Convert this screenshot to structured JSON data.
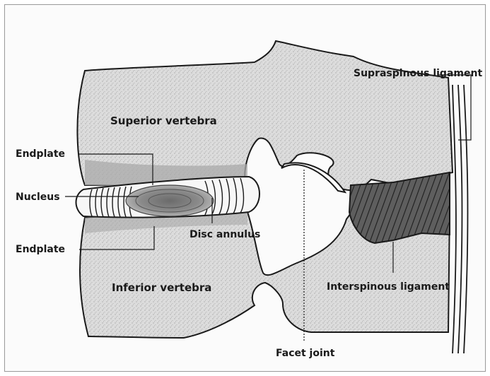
{
  "labels": {
    "supraspinous": "Supraspinous ligament",
    "superior_vertebra": "Superior vertebra",
    "endplate_top": "Endplate",
    "nucleus": "Nucleus",
    "disc_annulus": "Disc annulus",
    "endplate_bottom": "Endplate",
    "inferior_vertebra": "Inferior vertebra",
    "interspinous": "Interspinous ligament",
    "facet_joint": "Facet joint"
  },
  "colors": {
    "bone": "#dcdcdc",
    "bone_shade": "#c9c9c9",
    "ligament": "#555555",
    "nucleus": "#7a7a7a",
    "outline": "#1a1a1a"
  }
}
